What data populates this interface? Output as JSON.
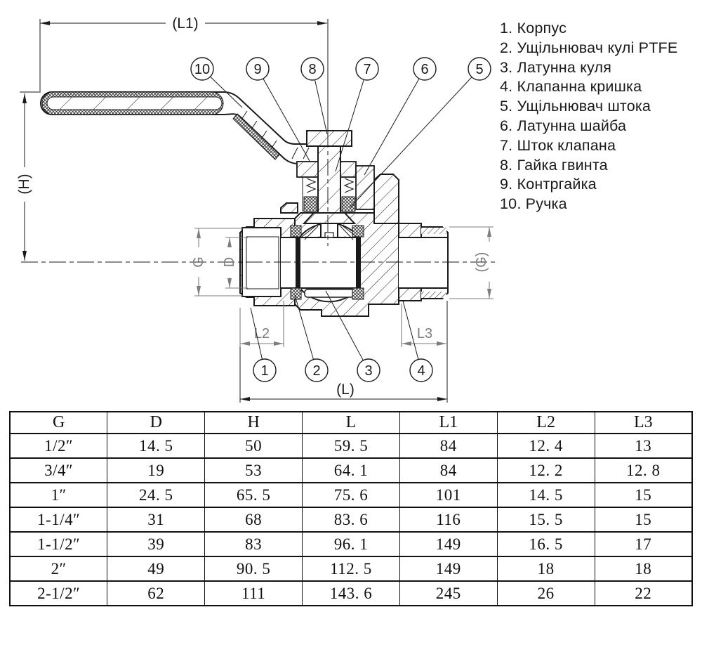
{
  "legend": {
    "items": [
      "1. Корпус",
      "2. Ущільнювач кулі PTFE",
      "3. Латунна куля",
      "4. Клапанна кришка",
      "5. Ущільнювач штока",
      "6. Латунна шайба",
      "7. Шток клапана",
      "8. Гайка гвинта",
      "9. Контргайка",
      "10. Ручка"
    ]
  },
  "drawing": {
    "dim_labels": {
      "l1": "(L1)",
      "h": "(H)",
      "g": "G",
      "d": "D",
      "g_right": "(G)",
      "l2": "L2",
      "l3": "L3",
      "l": "(L)"
    },
    "callouts": {
      "c1": "1",
      "c2": "2",
      "c3": "3",
      "c4": "4",
      "c5": "5",
      "c6": "6",
      "c7": "7",
      "c8": "8",
      "c9": "9",
      "c10": "10"
    },
    "colors": {
      "line": "#1a1a1a",
      "dim_line": "#7e7e7e",
      "background": "#ffffff"
    }
  },
  "table": {
    "headers": [
      "G",
      "D",
      "H",
      "L",
      "L1",
      "L2",
      "L3"
    ],
    "rows": [
      [
        "1/2″",
        "14. 5",
        "50",
        "59. 5",
        "84",
        "12. 4",
        "13"
      ],
      [
        "3/4″",
        "19",
        "53",
        "64. 1",
        "84",
        "12. 2",
        "12. 8"
      ],
      [
        "1″",
        "24. 5",
        "65. 5",
        "75. 6",
        "101",
        "14. 5",
        "15"
      ],
      [
        "1-1/4″",
        "31",
        "68",
        "83. 6",
        "116",
        "15. 5",
        "15"
      ],
      [
        "1-1/2″",
        "39",
        "83",
        "96. 1",
        "149",
        "16. 5",
        "17"
      ],
      [
        "2″",
        "49",
        "90. 5",
        "112. 5",
        "149",
        "18",
        "18"
      ],
      [
        "2-1/2″",
        "62",
        "111",
        "143. 6",
        "245",
        "26",
        "22"
      ]
    ]
  }
}
